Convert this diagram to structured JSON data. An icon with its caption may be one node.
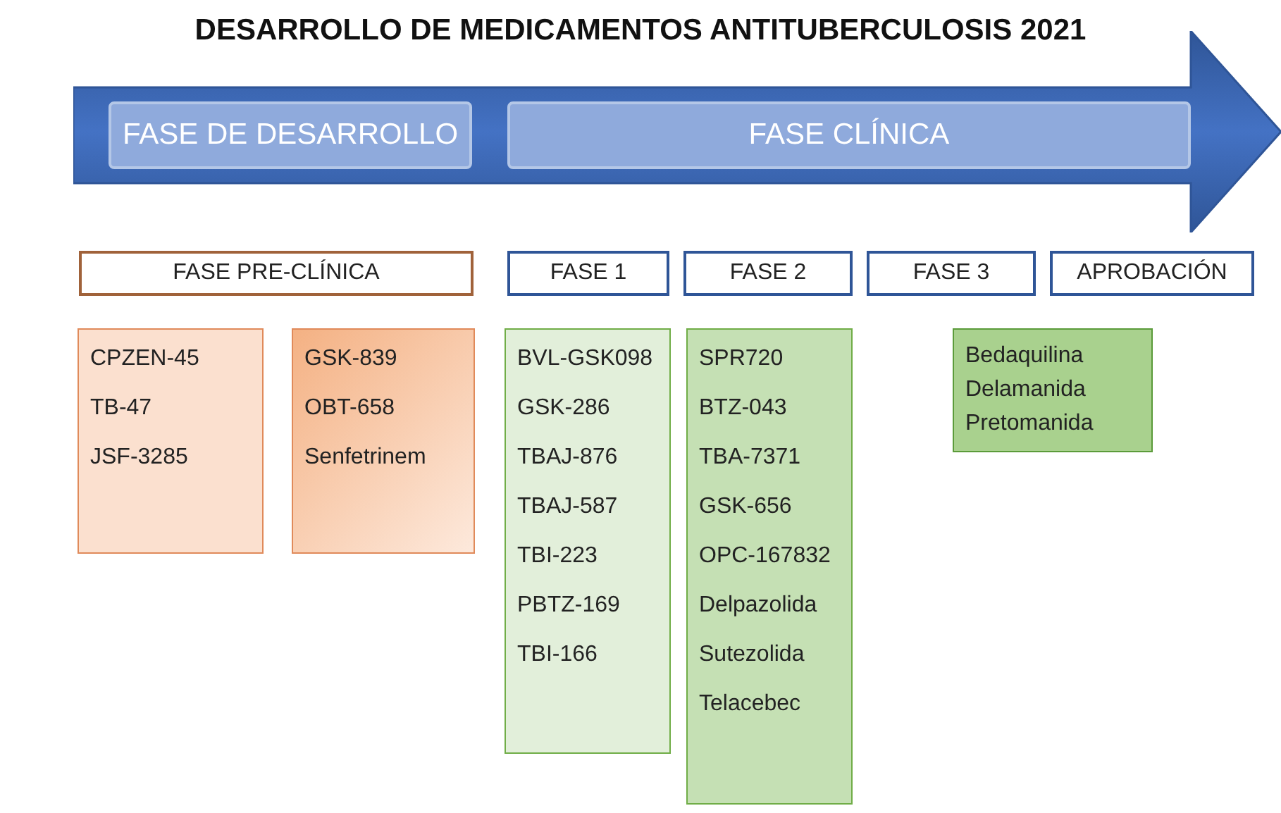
{
  "diagram": {
    "title": "DESARROLLO DE MEDICAMENTOS ANTITUBERCULOSIS 2021",
    "nodes": [
      {
        "text": [],
        "shape": "arrow"
      },
      {
        "text": [
          "FASE DE DESARROLLO"
        ],
        "in": 0
      },
      {
        "text": [
          "FASE CLÍNICA"
        ],
        "in": 0
      },
      {
        "text": [
          "FASE PRE-CLÍNICA"
        ]
      },
      {
        "text": [
          "FASE 1"
        ]
      },
      {
        "text": [
          "FASE 2"
        ]
      },
      {
        "text": [
          "FASE 3"
        ]
      },
      {
        "text": [
          "APROBACIÓN"
        ]
      },
      {
        "text": [
          "CPZEN-45",
          "TB-47",
          "JSF-3285"
        ]
      },
      {
        "text": [
          "GSK-839",
          "OBT-658",
          "Senfetrinem"
        ]
      },
      {
        "text": [
          "BVL-GSK098",
          "GSK-286",
          "TBAJ-876",
          "TBAJ-587",
          "TBI-223",
          "PBTZ-169",
          "TBI-166"
        ]
      },
      {
        "text": [
          "SPR720",
          "BTZ-043",
          "TBA-7371",
          "GSK-656",
          "OPC-167832",
          "Delpazolida",
          "Sutezolida",
          "Telacebec"
        ]
      },
      {
        "text": [
          "Bedaquilina",
          "Delamanida",
          "Pretomanida"
        ]
      }
    ],
    "edges": []
  }
}
